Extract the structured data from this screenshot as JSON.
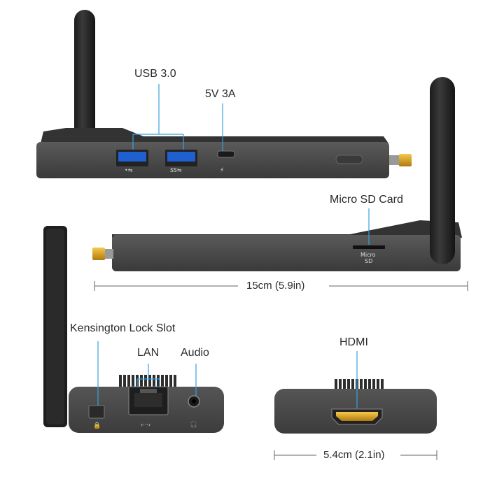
{
  "labels": {
    "usb3": "USB 3.0",
    "power": "5V 3A",
    "microsd": "Micro SD Card",
    "length": "15cm (5.9in)",
    "kensington": "Kensington Lock Slot",
    "lan": "LAN",
    "audio": "Audio",
    "hdmi": "HDMI",
    "width": "5.4cm (2.1in)"
  },
  "port_marks": {
    "microsd_line1": "Micro",
    "microsd_line2": "SD",
    "usb_symbol": "•⇋",
    "ss_usb_symbol": "SS⇋",
    "power_symbol": "⚡",
    "lan_symbol": "‹···›",
    "audio_symbol": "🎧",
    "lock_symbol": "🔒"
  },
  "colors": {
    "device_body": "#4a4a4a",
    "device_dark": "#2b2b2b",
    "usb_blue": "#1f5fcf",
    "callout_line": "#3aa0e0",
    "gold_connector": "#e0a818"
  }
}
